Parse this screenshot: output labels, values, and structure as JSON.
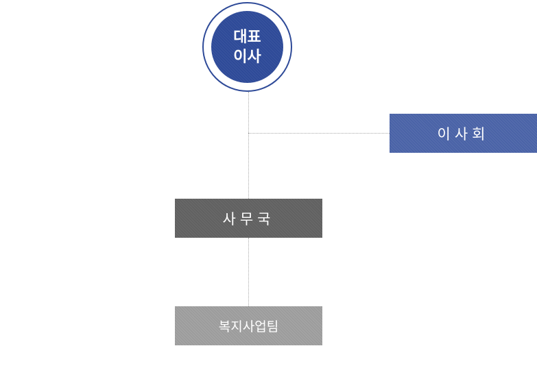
{
  "org_chart": {
    "ceo": {
      "line1": "대표",
      "line2": "이사"
    },
    "board": {
      "label": "이사회"
    },
    "office": {
      "label": "사무국"
    },
    "welfare_team": {
      "label": "복지사업팀"
    }
  },
  "colors": {
    "ceo": "#2e4a98",
    "board": "#4a63a7",
    "office": "#616161",
    "welfare_team": "#9c9c9c",
    "connector": "#a8a8a8"
  }
}
